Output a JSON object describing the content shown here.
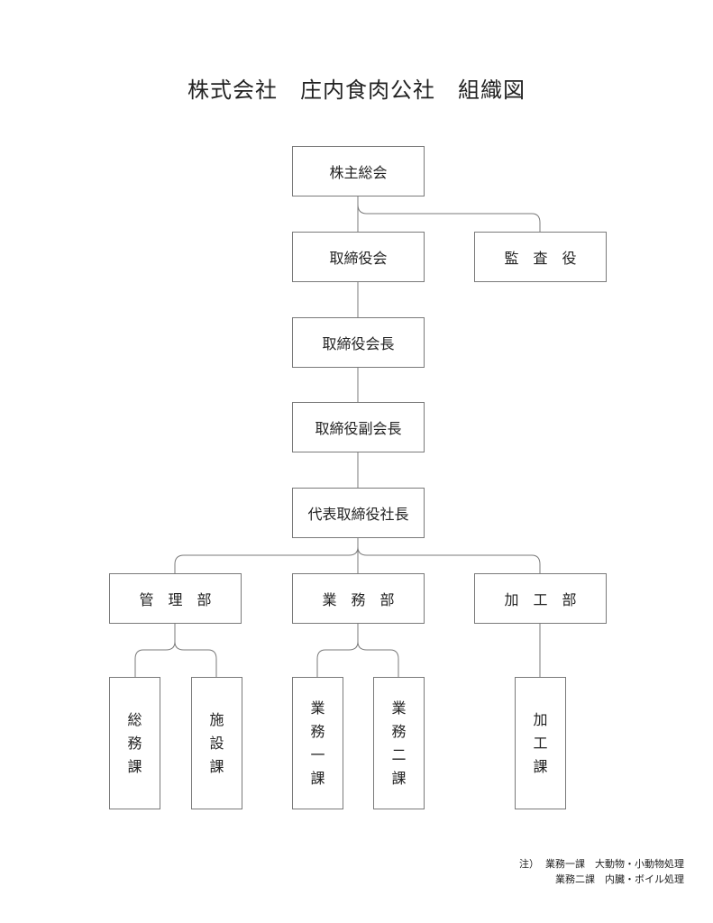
{
  "title": "株式会社　庄内食肉公社　組織図",
  "nodes": {
    "shareholders": "株主総会",
    "board": "取締役会",
    "auditor": "監　査　役",
    "chairman": "取締役会長",
    "vice_chairman": "取締役副会長",
    "president": "代表取締役社長",
    "management": "管　理　部",
    "business": "業　務　部",
    "processing": "加　工　部",
    "general_affairs": "総務課",
    "facilities": "施設課",
    "business1": "業務一課",
    "business2": "業務二課",
    "processing_section": "加工課"
  },
  "notes": {
    "line1": "注）  業務一課　大動物・小動物処理",
    "line2": "業務二課　内臓・ボイル処理"
  }
}
